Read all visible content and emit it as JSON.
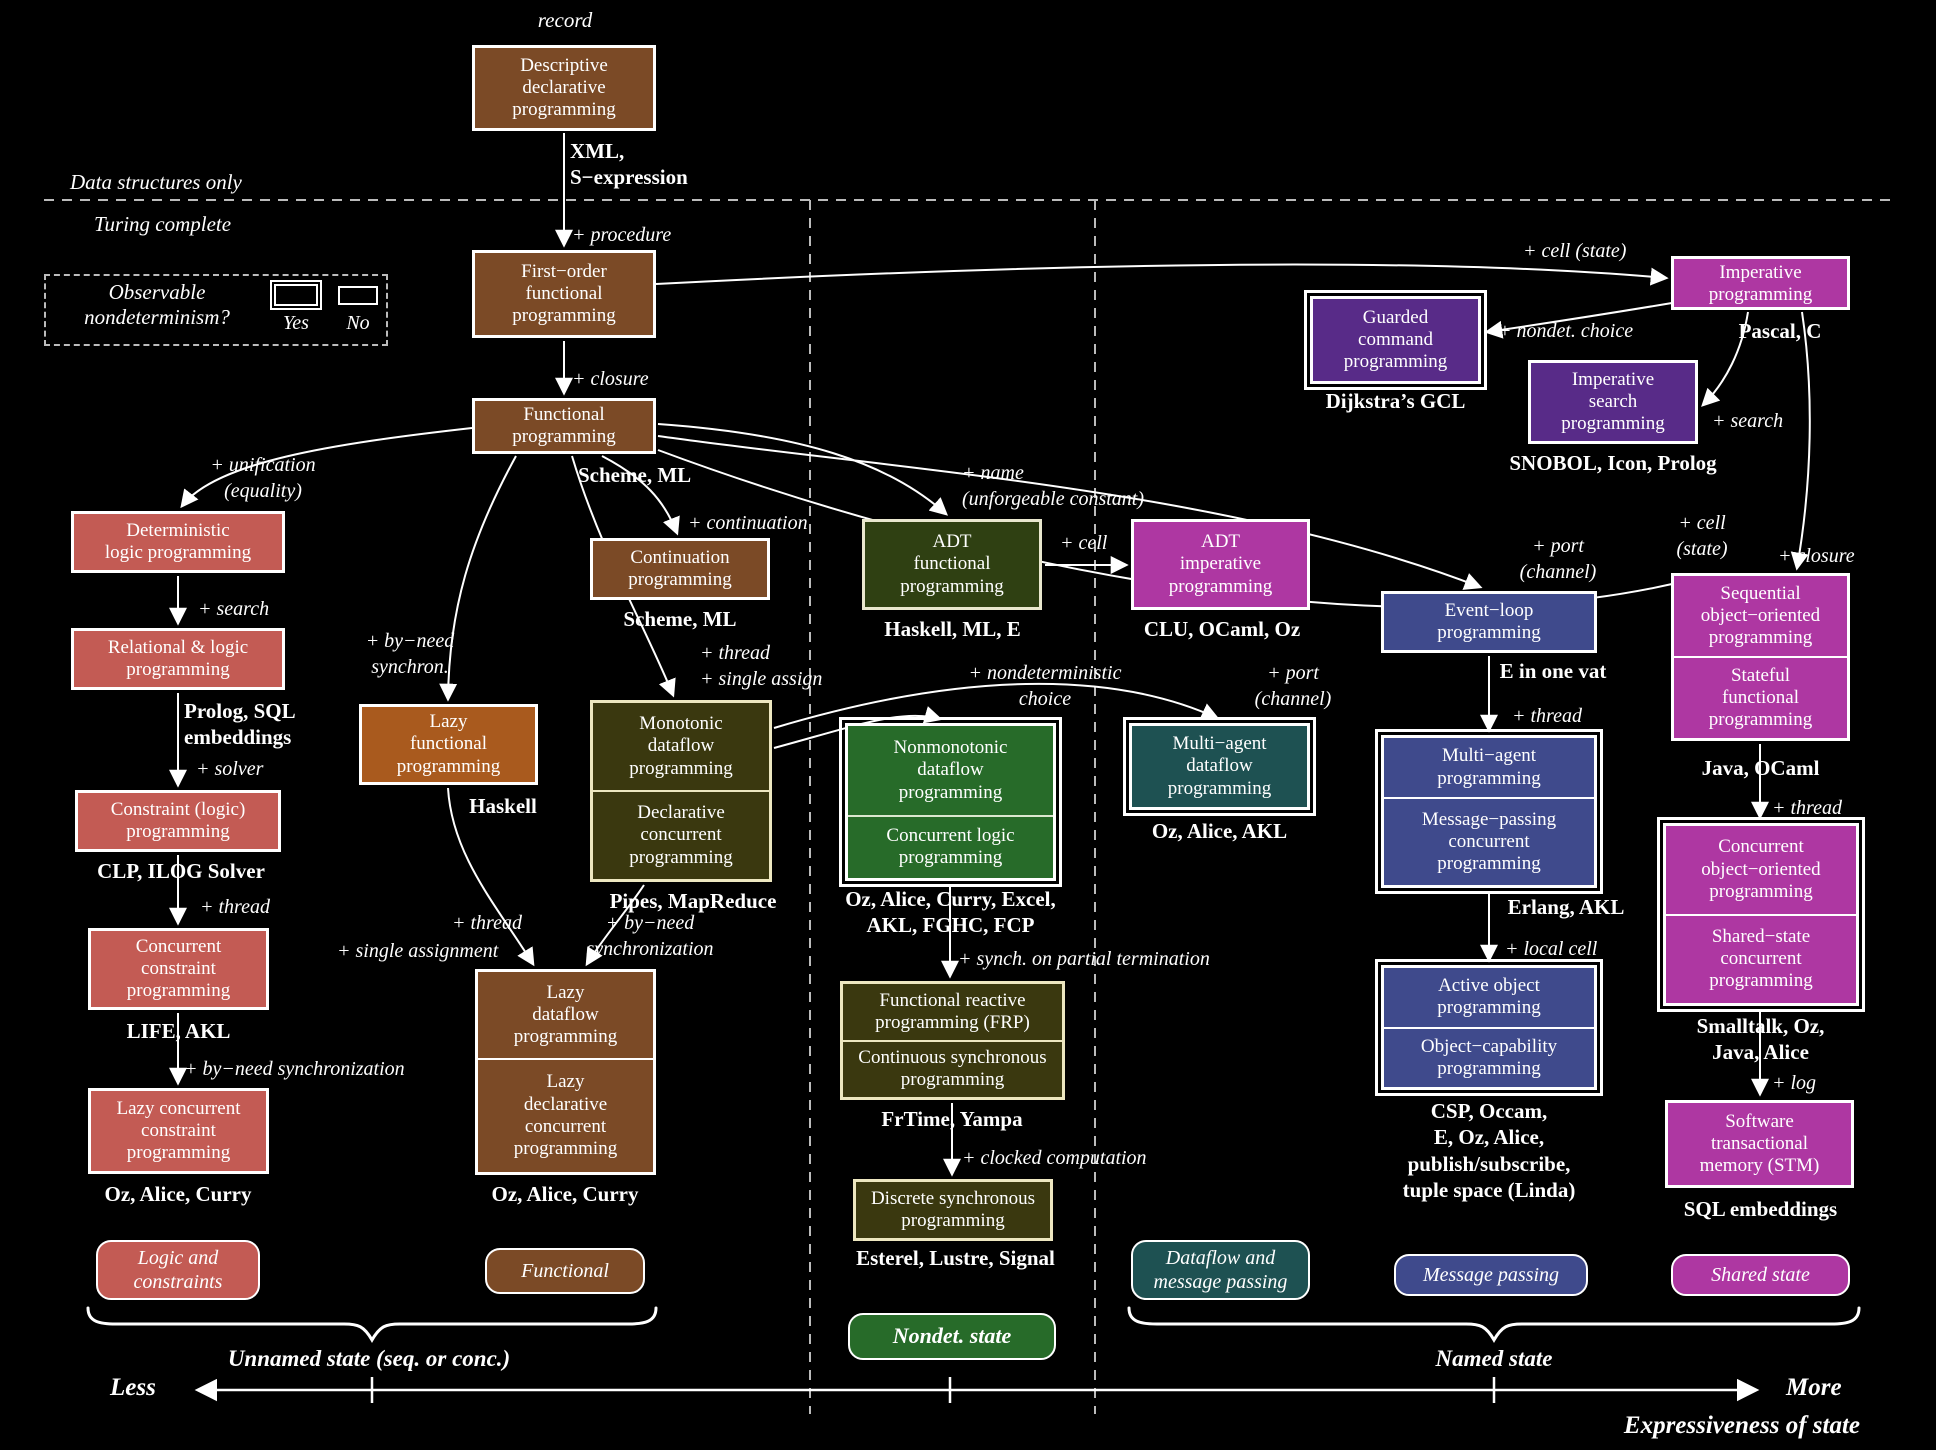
{
  "colors": {
    "background": "#000000",
    "brown": "#7B4A26",
    "orange": "#A95A1E",
    "red": "#C35B54",
    "olive": "#3A380F",
    "olive_border": "#EDE7C0",
    "adt_green": "#2F4012",
    "green": "#276B29",
    "teal": "#1E5152",
    "navy": "#3F4A8C",
    "purple": "#582B88",
    "magenta": "#AE37A2",
    "line": "#FFFFFF"
  },
  "header": {
    "record": "record",
    "data_structures_only": "Data structures only",
    "turing_complete": "Turing complete"
  },
  "legend": {
    "question": "Observable\nnondeterminism?",
    "yes": "Yes",
    "no": "No"
  },
  "boxes": {
    "descriptive": {
      "label": "Descriptive\ndeclarative\nprogramming",
      "caption": "XML,\nS−expression"
    },
    "first_order": {
      "label": "First−order\nfunctional\nprogramming"
    },
    "functional": {
      "label": "Functional\nprogramming",
      "caption": "Scheme, ML"
    },
    "det_logic": {
      "label": "Deterministic\nlogic programming"
    },
    "relational": {
      "label": "Relational & logic\nprogramming",
      "caption": "Prolog, SQL\nembeddings"
    },
    "constraint": {
      "label": "Constraint (logic)\nprogramming",
      "caption": "CLP, ILOG Solver"
    },
    "concurrent_constraint": {
      "label": "Concurrent\nconstraint\nprogramming",
      "caption": "LIFE, AKL"
    },
    "lazy_concurrent_constraint": {
      "label": "Lazy concurrent\nconstraint\nprogramming",
      "caption": "Oz, Alice, Curry"
    },
    "lazy_functional": {
      "label": "Lazy\nfunctional\nprogramming",
      "caption": "Haskell"
    },
    "continuation": {
      "label": "Continuation\nprogramming",
      "caption": "Scheme, ML"
    },
    "monotonic_dataflow": {
      "label_top": "Monotonic\ndataflow\nprogramming",
      "label_bottom": "Declarative\nconcurrent\nprogramming",
      "caption": "Pipes, MapReduce"
    },
    "lazy_dataflow": {
      "label_top": "Lazy\ndataflow\nprogramming",
      "label_bottom": "Lazy\ndeclarative\nconcurrent\nprogramming",
      "caption": "Oz, Alice, Curry"
    },
    "adt_functional": {
      "label": "ADT\nfunctional\nprogramming",
      "caption": "Haskell, ML, E"
    },
    "adt_imperative": {
      "label": "ADT\nimperative\nprogramming",
      "caption": "CLU, OCaml, Oz"
    },
    "nonmonotonic_dataflow": {
      "label_top": "Nonmonotonic\ndataflow\nprogramming",
      "label_bottom": "Concurrent logic\nprogramming",
      "caption": "Oz, Alice, Curry, Excel,\nAKL, FGHC, FCP"
    },
    "frp": {
      "label_top": "Functional reactive\nprogramming (FRP)",
      "label_bottom": "Continuous synchronous\nprogramming",
      "caption": "FrTime, Yampa"
    },
    "discrete_synchronous": {
      "label": "Discrete synchronous\nprogramming",
      "caption": "Esterel, Lustre, Signal"
    },
    "multi_agent_dataflow": {
      "label": "Multi−agent\ndataflow\nprogramming",
      "caption": "Oz, Alice, AKL"
    },
    "event_loop": {
      "label": "Event−loop\nprogramming",
      "caption": "E in one vat"
    },
    "message_passing": {
      "label_top": "Multi−agent\nprogramming",
      "label_bottom": "Message−passing\nconcurrent\nprogramming",
      "caption": "Erlang, AKL"
    },
    "active_object": {
      "label_top": "Active object\nprogramming",
      "label_bottom": "Object−capability\nprogramming",
      "caption": "CSP, Occam,\nE, Oz, Alice,\npublish/subscribe,\ntuple space (Linda)"
    },
    "guarded_command": {
      "label": "Guarded\ncommand\nprogramming",
      "caption": "Dijkstra’s GCL"
    },
    "imperative_search": {
      "label": "Imperative\nsearch\nprogramming",
      "caption": "SNOBOL, Icon, Prolog"
    },
    "imperative": {
      "label": "Imperative\nprogramming",
      "caption": "Pascal, C"
    },
    "sequential_oo": {
      "label_top": "Sequential\nobject−oriented\nprogramming",
      "label_bottom": "Stateful\nfunctional\nprogramming",
      "caption": "Java, OCaml"
    },
    "concurrent_oo": {
      "label_top": "Concurrent\nobject−oriented\nprogramming",
      "label_bottom": "Shared−state\nconcurrent\nprogramming",
      "caption": "Smalltalk, Oz,\nJava, Alice"
    },
    "stm": {
      "label": "Software\ntransactional\nmemory (STM)",
      "caption": "SQL embeddings"
    }
  },
  "edge_labels": {
    "procedure": "+ procedure",
    "closure": "+ closure",
    "cell_state_top": "+ cell (state)",
    "nondet_choice": "+ nondet. choice",
    "search_right": "+ search",
    "unification": "+ unification\n(equality)",
    "search_left": "+ search",
    "solver": "+ solver",
    "thread_left": "+ thread",
    "byneed_sync_left": "+ by−need synchronization",
    "byneed_synchron": "+ by−need\nsynchron.",
    "continuation": "+ continuation",
    "thread_single_assign": "+ thread\n+ single assign",
    "name_unforgeable": "+ name\n(unforgeable constant)",
    "cell_adt": "+ cell",
    "nondeterministic_choice": "+ nondeterministic\nchoice",
    "port_channel_dataflow": "+ port\n(channel)",
    "synch_partial": "+ synch. on partial termination",
    "clocked": "+ clocked computation",
    "thread_lazy": "+ thread",
    "single_assignment": "+ single assignment",
    "byneed_synchronization_two": "+ by−need\nsynchronization",
    "port_channel_eventloop": "+ port\n(channel)",
    "thread_eventloop": "+ thread",
    "local_cell": "+ local cell",
    "cell_state_oo": "+ cell\n(state)",
    "closure_right": "+ closure",
    "thread_oo": "+ thread",
    "log": "+ log"
  },
  "footer": {
    "pill_logic": "Logic and\nconstraints",
    "pill_functional": "Functional",
    "pill_nondet": "Nondet. state",
    "pill_dataflow": "Dataflow and\nmessage passing",
    "pill_message": "Message passing",
    "pill_shared": "Shared state",
    "unnamed_state": "Unnamed state (seq. or conc.)",
    "named_state": "Named state",
    "less": "Less",
    "more": "More",
    "axis_title": "Expressiveness of state"
  }
}
